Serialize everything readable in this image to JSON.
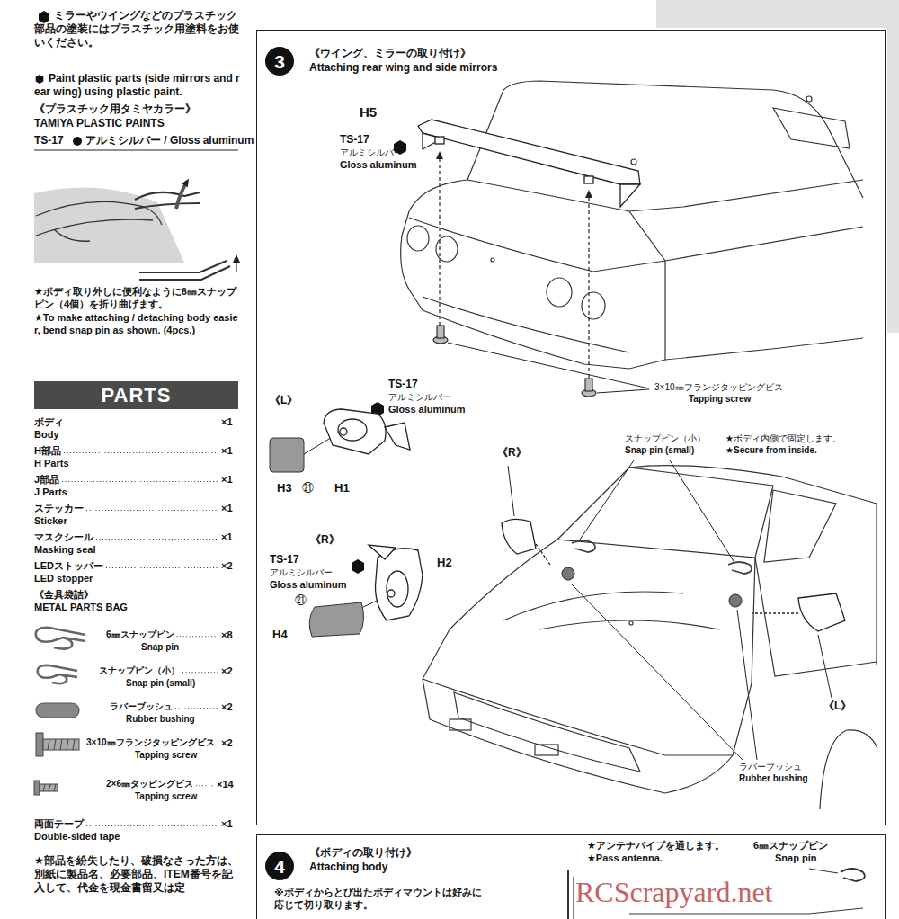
{
  "diagram": {
    "nodes": [
      {
        "text": [
          "《ウイング、ミラーの取り付け》",
          "Attaching rear wing and side mirrors"
        ]
      },
      {
        "text": [
          "3"
        ],
        "in": 0
      },
      {
        "text": [
          "《ボディの取り付け》",
          "Attaching body"
        ]
      },
      {
        "text": [
          "4"
        ],
        "in": 2
      },
      {
        "text": [
          "PARTS"
        ]
      }
    ],
    "labels": [
      "ミラーやウイングなどのプラスチック部品の塗装にはプラスチック用塗料をお使いください。",
      "Paint plastic parts (side mirrors and rear wing) using plastic paint.",
      "《プラスチック用タミヤカラー》",
      "TAMIYA PLASTIC PAINTS",
      "TS-17",
      "アルミシルバー / Gloss aluminum",
      "★ボディ取り外しに便利なように6㎜スナップピン（4個）を折り曲げます。",
      "★To make attaching / detaching body easier, bend snap pin as shown. (4pcs.)",
      "ボディ",
      "Body",
      "×1",
      "H部品",
      "H Parts",
      "×1",
      "J部品",
      "J Parts",
      "×1",
      "ステッカー",
      "Sticker",
      "×1",
      "マスクシール",
      "Masking seal",
      "×1",
      "LEDストッパー",
      "LED stopper",
      "×2",
      "《金具袋詰》",
      "METAL PARTS BAG",
      "6㎜スナップピン",
      "Snap pin",
      "×8",
      "スナップピン（小）",
      "Snap pin (small)",
      "×2",
      "ラバーブッシュ",
      "Rubber bushing",
      "×2",
      "3×10㎜フランジタッピングビス",
      "Tapping screw",
      "×2",
      "2×6㎜タッピングビス",
      "Tapping screw",
      "×14",
      "両面テープ",
      "Double-sided tape",
      "×1",
      "★部品を紛失したり、破損なさった方は、別紙に製品名、必要部品、ITEM番号を記入して、代金を現金書留又は定",
      "H5",
      "TS-17",
      "アルミシルバー",
      "Gloss aluminum",
      "3×10㎜フランジタッピングビス",
      "Tapping screw",
      "《L》",
      "TS-17",
      "アルミシルバー",
      "Gloss aluminum",
      "H3",
      "㉑",
      "H1",
      "《R》",
      "TS-17",
      "アルミシルバー",
      "Gloss aluminum",
      "H2",
      "㉑",
      "H4",
      "《R》",
      "スナップピン（小）",
      "Snap pin (small)",
      "★ボディ内側で固定します。",
      "★Secure from inside.",
      "《L》",
      "ラバーブッシュ",
      "Rubber bushing",
      "※ボディからとび出たボディマウントは好みに応じて切り取ります。",
      "★アンテナパイプを通します。",
      "★Pass antenna.",
      "6㎜スナップピン",
      "Snap pin",
      "RCScrapyard.net"
    ]
  }
}
